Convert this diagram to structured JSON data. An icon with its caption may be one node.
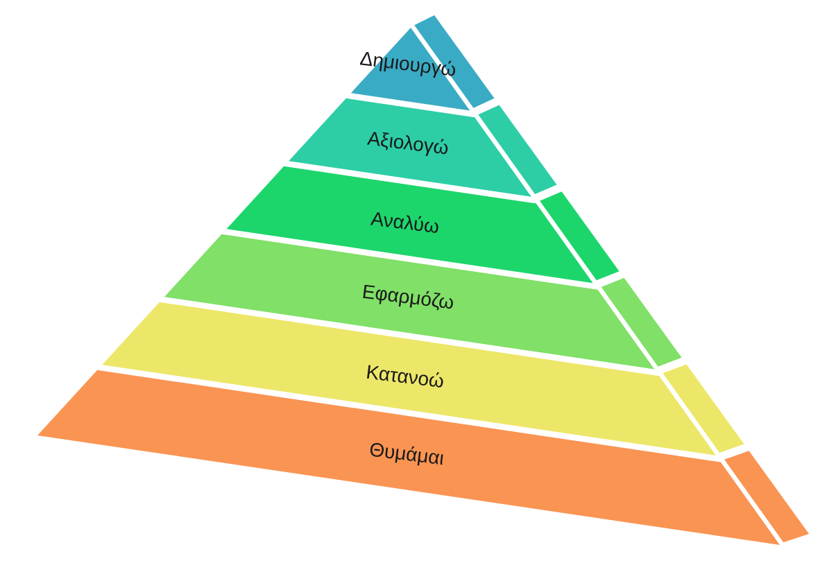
{
  "diagram": {
    "nodes": [
      {
        "text": [
          "Δημιουργώ"
        ]
      },
      {
        "text": [
          "Αξιολογώ"
        ]
      },
      {
        "text": [
          "Αναλύω"
        ]
      },
      {
        "text": [
          "Εφαρμόζω"
        ]
      },
      {
        "text": [
          "Κατανοώ"
        ]
      },
      {
        "text": [
          "Θυμάμαι"
        ]
      }
    ]
  }
}
